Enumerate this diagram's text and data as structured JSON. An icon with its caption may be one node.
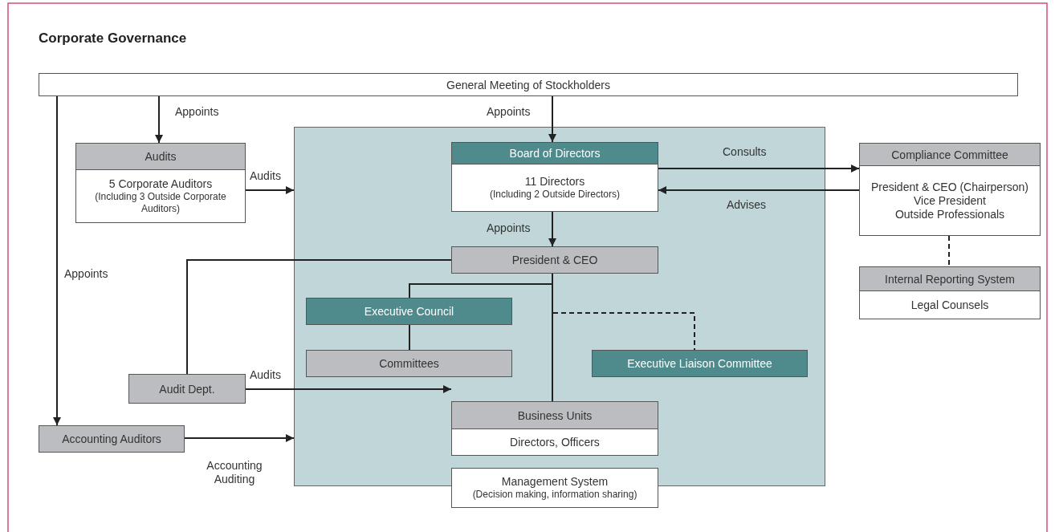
{
  "diagram": {
    "title": "Corporate Governance",
    "nodes": [
      {
        "text": [
          "General Meeting of Stockholders"
        ]
      },
      {
        "text": [
          "Audits",
          "5 Corporate Auditors",
          "(Including 3 Outside Corporate Auditors)"
        ]
      },
      {
        "text": [],
        "shape": "box"
      },
      {
        "text": [
          "Board of Directors",
          "11 Directors",
          "(Including 2 Outside Directors)"
        ],
        "in": 2
      },
      {
        "text": [
          "Compliance Committee",
          "President & CEO (Chairperson)",
          "Vice President",
          "Outside Professionals"
        ]
      },
      {
        "text": [
          "President & CEO"
        ],
        "in": 2
      },
      {
        "text": [
          "Internal Reporting System",
          "Legal Counsels"
        ]
      },
      {
        "text": [
          "Executive Council"
        ],
        "in": 2
      },
      {
        "text": [
          "Committees"
        ],
        "in": 2
      },
      {
        "text": [
          "Executive Liaison Committee"
        ],
        "in": 2
      },
      {
        "text": [
          "Audit Dept."
        ]
      },
      {
        "text": [
          "Business Units",
          "Directors, Officers"
        ],
        "in": 2
      },
      {
        "text": [
          "Accounting Auditors"
        ]
      },
      {
        "text": [
          "Management System",
          "(Decision making, information sharing)"
        ]
      }
    ],
    "edges": [
      {
        "from": 0,
        "to": 1,
        "arrow": "to",
        "label": "Appoints"
      },
      {
        "from": 0,
        "to": 3,
        "arrow": "to",
        "label": "Appoints"
      },
      {
        "from": 0,
        "to": 12,
        "arrow": "to",
        "label": "Appoints"
      },
      {
        "from": 1,
        "to": 2,
        "arrow": "to",
        "label": "Audits"
      },
      {
        "from": 3,
        "to": 4,
        "arrow": "to",
        "label": "Consults"
      },
      {
        "from": 4,
        "to": 3,
        "arrow": "to",
        "label": "Advises"
      },
      {
        "from": 3,
        "to": 5,
        "arrow": "to",
        "label": "Appoints"
      },
      {
        "from": 5,
        "to": 7,
        "arrow": "none"
      },
      {
        "from": 7,
        "to": 8,
        "arrow": "none"
      },
      {
        "from": 5,
        "to": 11,
        "arrow": "none"
      },
      {
        "from": 5,
        "to": 9,
        "arrow": "none",
        "style": "dashed"
      },
      {
        "from": 10,
        "to": 5,
        "arrow": "none"
      },
      {
        "from": 10,
        "to": 11,
        "arrow": "to",
        "label": "Audits"
      },
      {
        "from": 12,
        "to": 2,
        "arrow": "to",
        "label": "Accounting Auditing"
      },
      {
        "from": 4,
        "to": 6,
        "arrow": "none",
        "style": "dashed"
      }
    ]
  }
}
